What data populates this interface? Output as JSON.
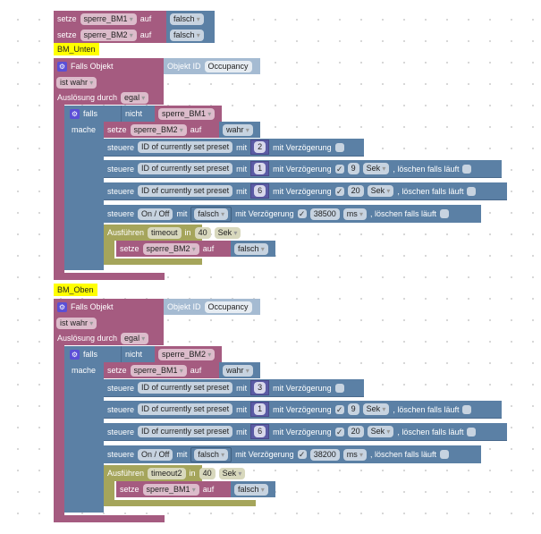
{
  "top": {
    "set1": {
      "keyword": "setze",
      "var": "sperre_BM1",
      "on": "auf",
      "value": "falsch"
    },
    "set2": {
      "keyword": "setze",
      "var": "sperre_BM2",
      "on": "auf",
      "value": "falsch"
    }
  },
  "rules": [
    {
      "comment": "BM_Unten",
      "trigger_label": "Falls Objekt",
      "object_label": "Objekt ID",
      "object_value": "Occupancy",
      "condition": "ist wahr",
      "trigger_by_label": "Auslösung durch",
      "trigger_by_value": "egal",
      "if_label": "falls",
      "not_label": "nicht",
      "if_var": "sperre_BM1",
      "do_label": "mache",
      "set": {
        "keyword": "setze",
        "var": "sperre_BM2",
        "on": "auf",
        "value": "wahr"
      },
      "controls": [
        {
          "keyword": "steuere",
          "target": "ID of currently set preset",
          "with": "mit",
          "value": "2",
          "delay_label": "mit Verzögerung",
          "delay_checked": false
        },
        {
          "keyword": "steuere",
          "target": "ID of currently set preset",
          "with": "mit",
          "value": "1",
          "delay_label": "mit Verzögerung",
          "delay_checked": true,
          "delay_value": "9",
          "delay_unit": "Sek",
          "clear_label": ", löschen falls läuft",
          "clear_checked": false
        },
        {
          "keyword": "steuere",
          "target": "ID of currently set preset",
          "with": "mit",
          "value": "6",
          "delay_label": "mit Verzögerung",
          "delay_checked": true,
          "delay_value": "20",
          "delay_unit": "Sek",
          "clear_label": ", löschen falls läuft",
          "clear_checked": false
        },
        {
          "keyword": "steuere",
          "target": "On / Off",
          "with": "mit",
          "value": "falsch",
          "delay_label": "mit Verzögerung",
          "delay_checked": true,
          "delay_value": "38500",
          "delay_unit": "ms",
          "clear_label": ", löschen falls läuft",
          "clear_checked": false
        }
      ],
      "timeout": {
        "label": "Ausführen",
        "name": "timeout",
        "in": "in",
        "value": "40",
        "unit": "Sek"
      },
      "timeout_set": {
        "keyword": "setze",
        "var": "sperre_BM2",
        "on": "auf",
        "value": "falsch"
      }
    },
    {
      "comment": "BM_Oben",
      "trigger_label": "Falls Objekt",
      "object_label": "Objekt ID",
      "object_value": "Occupancy",
      "condition": "ist wahr",
      "trigger_by_label": "Auslösung durch",
      "trigger_by_value": "egal",
      "if_label": "falls",
      "not_label": "nicht",
      "if_var": "sperre_BM2",
      "do_label": "mache",
      "set": {
        "keyword": "setze",
        "var": "sperre_BM1",
        "on": "auf",
        "value": "wahr"
      },
      "controls": [
        {
          "keyword": "steuere",
          "target": "ID of currently set preset",
          "with": "mit",
          "value": "3",
          "delay_label": "mit Verzögerung",
          "delay_checked": false
        },
        {
          "keyword": "steuere",
          "target": "ID of currently set preset",
          "with": "mit",
          "value": "1",
          "delay_label": "mit Verzögerung",
          "delay_checked": true,
          "delay_value": "9",
          "delay_unit": "Sek",
          "clear_label": ", löschen falls läuft",
          "clear_checked": false
        },
        {
          "keyword": "steuere",
          "target": "ID of currently set preset",
          "with": "mit",
          "value": "6",
          "delay_label": "mit Verzögerung",
          "delay_checked": true,
          "delay_value": "20",
          "delay_unit": "Sek",
          "clear_label": ", löschen falls läuft",
          "clear_checked": false
        },
        {
          "keyword": "steuere",
          "target": "On / Off",
          "with": "mit",
          "value": "falsch",
          "delay_label": "mit Verzögerung",
          "delay_checked": true,
          "delay_value": "38200",
          "delay_unit": "ms",
          "clear_label": ", löschen falls läuft",
          "clear_checked": false
        }
      ],
      "timeout": {
        "label": "Ausführen",
        "name": "timeout2",
        "in": "in",
        "value": "40",
        "unit": "Sek"
      },
      "timeout_set": {
        "keyword": "setze",
        "var": "sperre_BM1",
        "on": "auf",
        "value": "falsch"
      }
    }
  ],
  "icons": {
    "gear": "gear-icon",
    "check": "✓",
    "dropdown": "chevron-down-icon"
  }
}
